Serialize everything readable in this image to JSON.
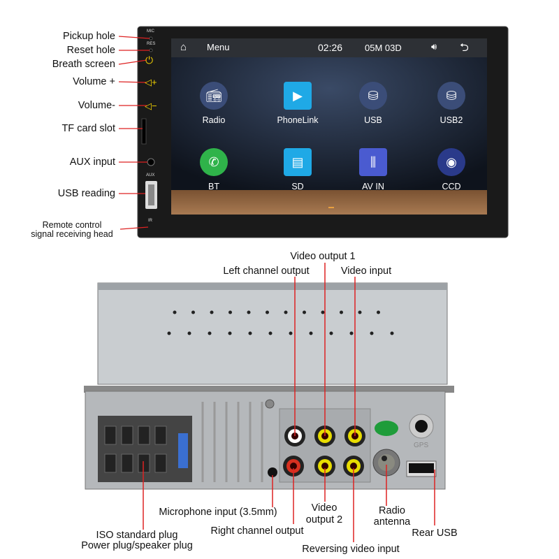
{
  "front_labels": {
    "pickup_hole": "Pickup hole",
    "reset_hole": "Reset hole",
    "breath_screen": "Breath screen",
    "volume_up": "Volume +",
    "volume_down": "Volume-",
    "tf_card_slot": "TF card slot",
    "aux_input": "AUX input",
    "usb_reading": "USB reading",
    "remote_line1": "Remote control",
    "remote_line2": "signal receiving head"
  },
  "panel_marks": {
    "mic": "MIC",
    "res": "RES",
    "aux": "AUX",
    "ir": "IR"
  },
  "screen": {
    "menu": "Menu",
    "time": "02:26",
    "date": "05M 03D",
    "apps": [
      {
        "label": "Radio",
        "icon": "radio-icon",
        "color": "#3b4d78"
      },
      {
        "label": "PhoneLink",
        "icon": "phonelink-icon",
        "color": "#1fa9e6"
      },
      {
        "label": "USB",
        "icon": "usb-icon",
        "color": "#3b4d78"
      },
      {
        "label": "USB2",
        "icon": "usb-icon",
        "color": "#3b4d78"
      },
      {
        "label": "BT",
        "icon": "bluetooth-phone-icon",
        "color": "#2fb34a"
      },
      {
        "label": "SD",
        "icon": "sd-card-icon",
        "color": "#1fa9e6"
      },
      {
        "label": "AV IN",
        "icon": "av-in-icon",
        "color": "#4a5bd0"
      },
      {
        "label": "CCD",
        "icon": "camera-icon",
        "color": "#2a3a8a"
      }
    ]
  },
  "rear_labels": {
    "video_output_1": "Video output 1",
    "left_channel_output": "Left channel output",
    "video_input": "Video input",
    "microphone_input": "Microphone input (3.5mm)",
    "video_output_2_line1": "Video",
    "video_output_2_line2": "output 2",
    "radio_antenna_line1": "Radio",
    "radio_antenna_line2": "antenna",
    "iso_plug": "ISO standard plug",
    "power_plug": "Power plug/speaker plug",
    "right_channel_output": "Right channel output",
    "rear_usb": "Rear USB",
    "reversing_video_input": "Reversing video input"
  },
  "rear_marks": {
    "gps": "GPS"
  }
}
